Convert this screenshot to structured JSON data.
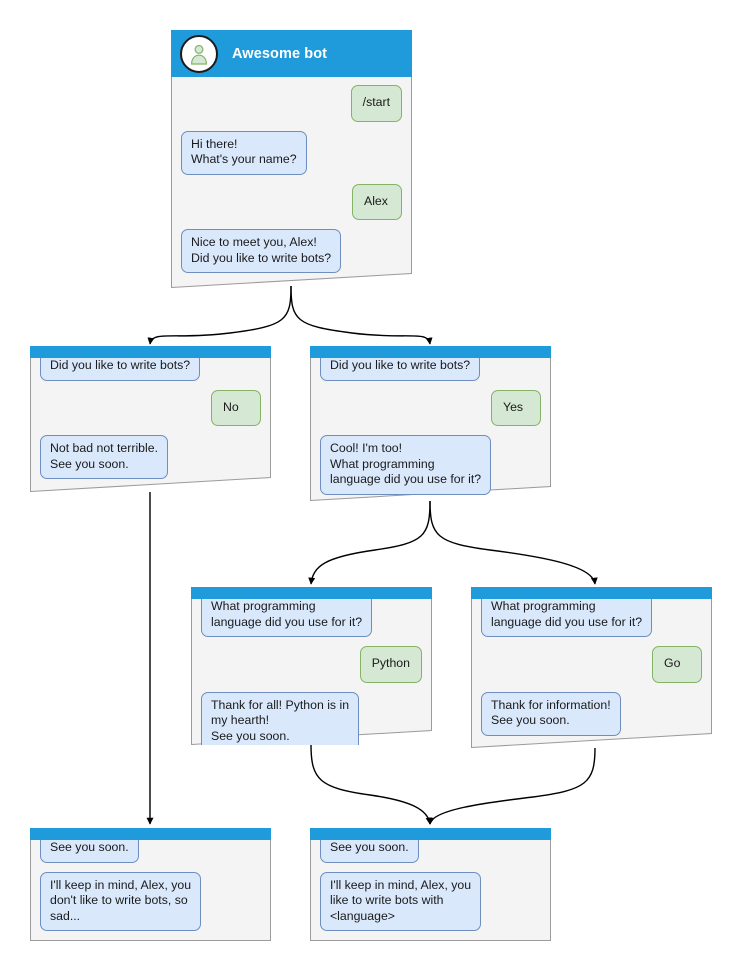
{
  "diagram": {
    "type": "bot-conversation-flowchart",
    "colors": {
      "header_bar": "#1f9ada",
      "card_body": "#f4f4f4",
      "card_border": "#9b9b9b",
      "bot_bubble_fill": "#dae8fc",
      "bot_bubble_border": "#6d8ebf",
      "user_bubble_fill": "#d5e8d4",
      "user_bubble_border": "#84b366",
      "connector": "#000000",
      "avatar_fill": "#d5e8d4",
      "avatar_stroke": "#84b366"
    }
  },
  "nodes": {
    "root": {
      "title": "Awesome bot",
      "avatar_icon": "person-avatar-icon",
      "messages": [
        {
          "side": "user",
          "text": "/start"
        },
        {
          "side": "bot",
          "text": "Hi there!\nWhat's your name?"
        },
        {
          "side": "user",
          "text": "Alex"
        },
        {
          "side": "bot",
          "text": "Nice to meet you, Alex!\nDid you like to write bots?"
        }
      ]
    },
    "no_branch": {
      "messages": [
        {
          "side": "bot",
          "text": "Did you like to write bots?"
        },
        {
          "side": "user",
          "text": "No"
        },
        {
          "side": "bot",
          "text": "Not bad not terrible.\nSee you soon."
        }
      ]
    },
    "yes_branch": {
      "messages": [
        {
          "side": "bot",
          "text": "Did you like to write bots?"
        },
        {
          "side": "user",
          "text": "Yes"
        },
        {
          "side": "bot",
          "text": "Cool! I'm too!\nWhat programming\nlanguage did you use for it?"
        }
      ]
    },
    "python_branch": {
      "messages": [
        {
          "side": "bot",
          "text": "What programming\nlanguage did you use for it?"
        },
        {
          "side": "user",
          "text": "Python"
        },
        {
          "side": "bot",
          "text": "Thank for all! Python is in\nmy hearth!\nSee you soon."
        }
      ]
    },
    "go_branch": {
      "messages": [
        {
          "side": "bot",
          "text": "What programming\nlanguage did you use for it?"
        },
        {
          "side": "user",
          "text": "Go"
        },
        {
          "side": "bot",
          "text": "Thank for information!\nSee you soon."
        }
      ]
    },
    "end_no": {
      "messages": [
        {
          "side": "bot",
          "text": "See you soon."
        },
        {
          "side": "bot",
          "text": "I'll keep in mind, Alex, you\ndon't like to write bots, so\nsad..."
        }
      ]
    },
    "end_yes": {
      "messages": [
        {
          "side": "bot",
          "text": "See you soon."
        },
        {
          "side": "bot",
          "text": "I'll keep in mind, Alex, you\nlike to write bots with\n<language>"
        }
      ]
    }
  }
}
